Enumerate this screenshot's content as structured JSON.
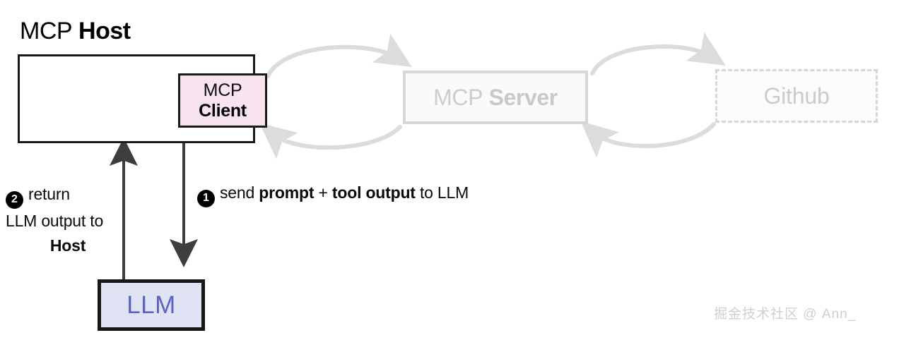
{
  "title": {
    "prefix": "MCP",
    "emphasis": "Host"
  },
  "boxes": {
    "host": {
      "name": "MCP Host",
      "fill": "#ffffff",
      "border": "#1a1a1a"
    },
    "client": {
      "line1": "MCP",
      "line2": "Client",
      "fill": "#f7e4ef",
      "border": "#1a1a1a"
    },
    "server": {
      "prefix": "MCP",
      "emphasis": "Server",
      "fill": "#fafafa",
      "border": "#d7d7d7",
      "text_color": "#cdcdcd",
      "state": "dimmed"
    },
    "github": {
      "label": "Github",
      "fill": "#fbfbfc",
      "border": "#d4d6d8",
      "border_style": "dashed",
      "text_color": "#c9cbcd",
      "state": "dimmed"
    },
    "llm": {
      "label": "LLM",
      "fill": "#dfe3f3",
      "border": "#171717",
      "text_color": "#5b63c4"
    }
  },
  "steps": [
    {
      "number": "1",
      "segments": [
        {
          "text": "send ",
          "bold": false
        },
        {
          "text": "prompt",
          "bold": true
        },
        {
          "text": " + ",
          "bold": false
        },
        {
          "text": "tool output",
          "bold": true
        },
        {
          "text": " to LLM",
          "bold": false
        }
      ],
      "plain": "send prompt + tool output to LLM"
    },
    {
      "number": "2",
      "line1": "return",
      "line2": "LLM output to",
      "line3": "Host",
      "plain": "return LLM output to Host"
    }
  ],
  "arrows": {
    "client_to_server": {
      "direction": "right",
      "color": "#dcdcdc",
      "state": "dimmed"
    },
    "server_to_client": {
      "direction": "left",
      "color": "#dcdcdc",
      "state": "dimmed"
    },
    "server_to_github": {
      "direction": "right",
      "color": "#dcdcdc",
      "state": "dimmed"
    },
    "github_to_server": {
      "direction": "left",
      "color": "#dcdcdc",
      "state": "dimmed"
    },
    "client_to_llm": {
      "direction": "down",
      "color": "#3d3d3d",
      "step": "1"
    },
    "llm_to_host": {
      "direction": "up",
      "color": "#3d3d3d",
      "step": "2"
    }
  },
  "watermark": {
    "text": "掘金技术社区 @ Ann_",
    "color": "#cfcfcf"
  }
}
